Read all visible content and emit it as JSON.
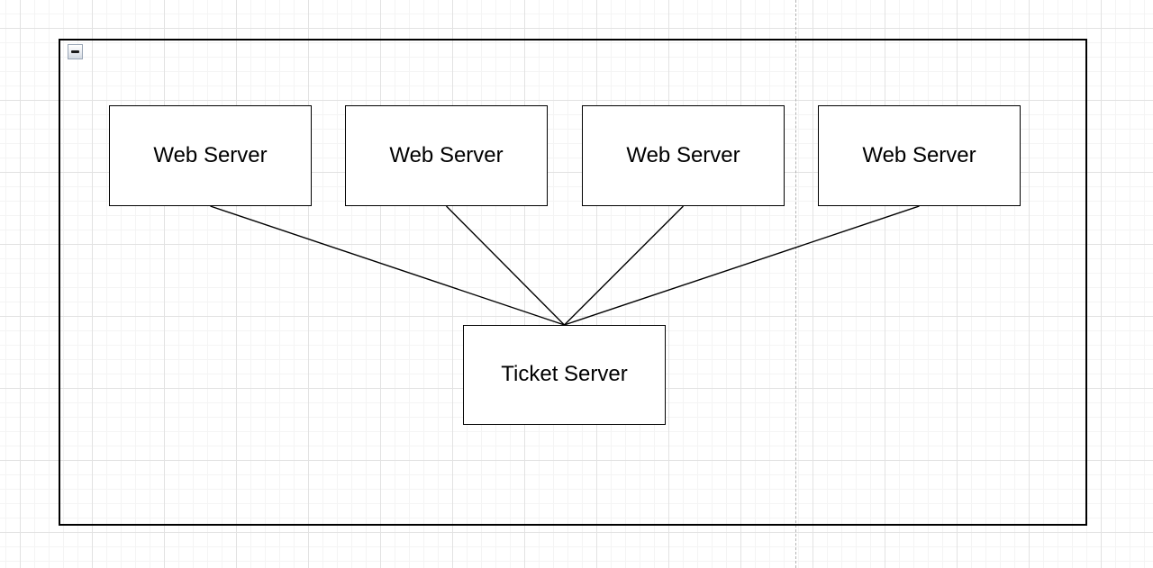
{
  "canvas": {
    "background_color": "#ffffff",
    "grid_minor_color": "#f4f4f4",
    "grid_major_color": "#e2e2e2",
    "page_boundary_color": "#b3b3b3"
  },
  "group": {
    "stroke_color": "#000000",
    "collapse_button": {
      "state": "expanded",
      "icon": "minus"
    }
  },
  "node_style": {
    "fill": "#ffffff",
    "stroke": "#000000",
    "text_color": "#000000"
  },
  "edge_style": {
    "stroke": "#000000",
    "arrowheads": "none"
  },
  "nodes": [
    {
      "id": "web-server-1",
      "label": "Web Server"
    },
    {
      "id": "web-server-2",
      "label": "Web Server"
    },
    {
      "id": "web-server-3",
      "label": "Web Server"
    },
    {
      "id": "web-server-4",
      "label": "Web Server"
    },
    {
      "id": "ticket-server",
      "label": "Ticket Server"
    }
  ],
  "edges": [
    {
      "from": "web-server-1",
      "to": "ticket-server"
    },
    {
      "from": "web-server-2",
      "to": "ticket-server"
    },
    {
      "from": "web-server-3",
      "to": "ticket-server"
    },
    {
      "from": "web-server-4",
      "to": "ticket-server"
    }
  ]
}
